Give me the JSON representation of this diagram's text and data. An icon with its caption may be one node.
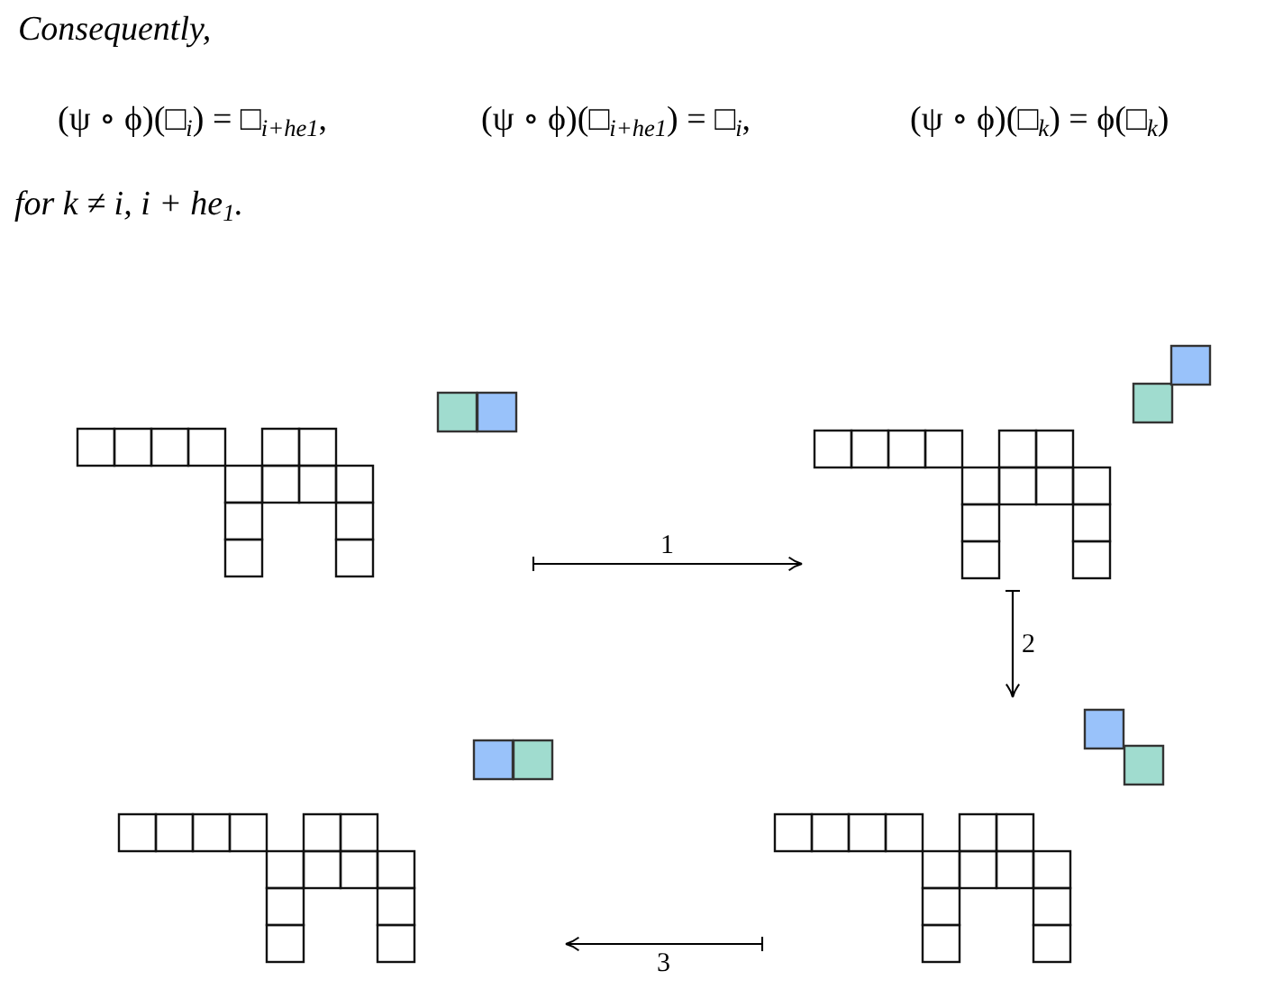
{
  "diagram": {
    "nodes": [
      {
        "text": [],
        "shape": "picture"
      },
      {
        "text": [],
        "shape": "picture"
      },
      {
        "text": [],
        "shape": "picture"
      },
      {
        "text": [],
        "shape": "picture"
      }
    ],
    "edges": [
      {
        "from": 0,
        "to": 1,
        "arrow": "to",
        "label": "1"
      },
      {
        "from": 1,
        "to": 3,
        "arrow": "to",
        "label": "2"
      },
      {
        "from": 3,
        "to": 2,
        "arrow": "to",
        "label": "3"
      }
    ],
    "labels": [
      "Consequently,",
      "(ψ ∘ ϕ)(□$_{i}$) = □$_{i+he1}$,",
      "(ψ ∘ ϕ)(□$_{i+he1}$) = □$_{i}$,",
      "(ψ ∘ ϕ)(□$_{k}$) = ϕ(□$_{k}$)",
      "for k ≠ i, i + he$_{1}$."
    ]
  }
}
